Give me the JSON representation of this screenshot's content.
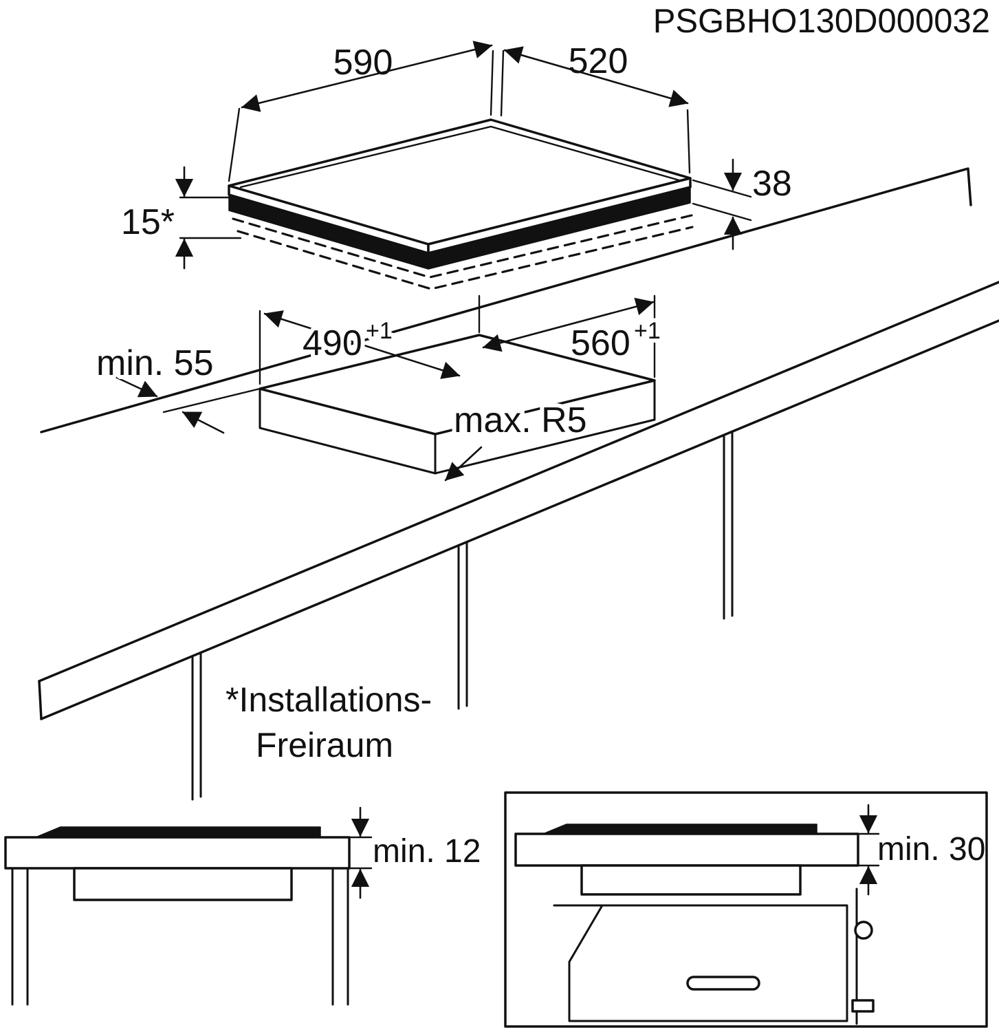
{
  "header": {
    "part_number": "PSGBHO130D000032"
  },
  "hob": {
    "width": "590",
    "depth": "520",
    "height": "38",
    "under_clearance": "15*"
  },
  "cutout": {
    "depth": "490",
    "depth_tolerance": "+1",
    "width": "560",
    "width_tolerance": "+1",
    "rear_edge_distance": "min. 55",
    "corner_radius": "max. R5"
  },
  "notes": {
    "line1": "*Installations-",
    "line2": "Freiraum"
  },
  "side_views": {
    "worktop_min_thickness": "min. 12",
    "oven_min_clearance": "min. 30"
  }
}
